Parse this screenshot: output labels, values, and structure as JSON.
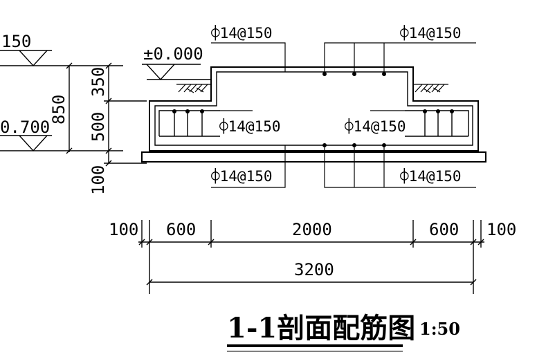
{
  "elevations": {
    "top_left": "150",
    "ground": "±0.000",
    "bottom": "0.700"
  },
  "vertical_dims": {
    "total": "850",
    "upper": "350",
    "lower": "500",
    "pad": "100"
  },
  "rebar": {
    "top_left": "⌽14@150",
    "top_right": "⌽14@150",
    "mid_left": "⌽14@150",
    "mid_right": "⌽14@150",
    "bottom_left": "⌽14@150",
    "bottom_right": "⌽14@150"
  },
  "horizontal_dims": {
    "edge_left": "100",
    "left": "600",
    "middle": "2000",
    "right": "600",
    "edge_right": "100",
    "total": "3200"
  },
  "title": {
    "main": "1-1剖面配筋图",
    "scale": "1:50"
  },
  "colors": {
    "line": "#000000",
    "background": "#ffffff"
  }
}
